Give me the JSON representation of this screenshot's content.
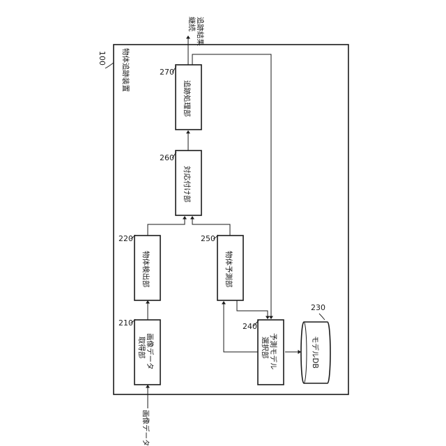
{
  "diagram": {
    "device": {
      "name": "物体追跡装置",
      "ref": "100"
    },
    "input_label": "画像データ",
    "output_label": {
      "line1": "継続",
      "line2": "追跡結果"
    },
    "blocks": {
      "image_acquisition": {
        "line1": "画像データ",
        "line2": "取得部",
        "ref": "210"
      },
      "object_detection": {
        "line1": "物体検出部",
        "ref": "220"
      },
      "model_db": {
        "line1": "モデルDB",
        "ref": "230"
      },
      "model_selection": {
        "line1": "予測モデル",
        "line2": "選択部",
        "ref": "240"
      },
      "object_prediction": {
        "line1": "物体予測部",
        "ref": "250"
      },
      "association": {
        "line1": "対応付け部",
        "ref": "260"
      },
      "tracking": {
        "line1": "追跡処理部",
        "ref": "270"
      }
    }
  }
}
